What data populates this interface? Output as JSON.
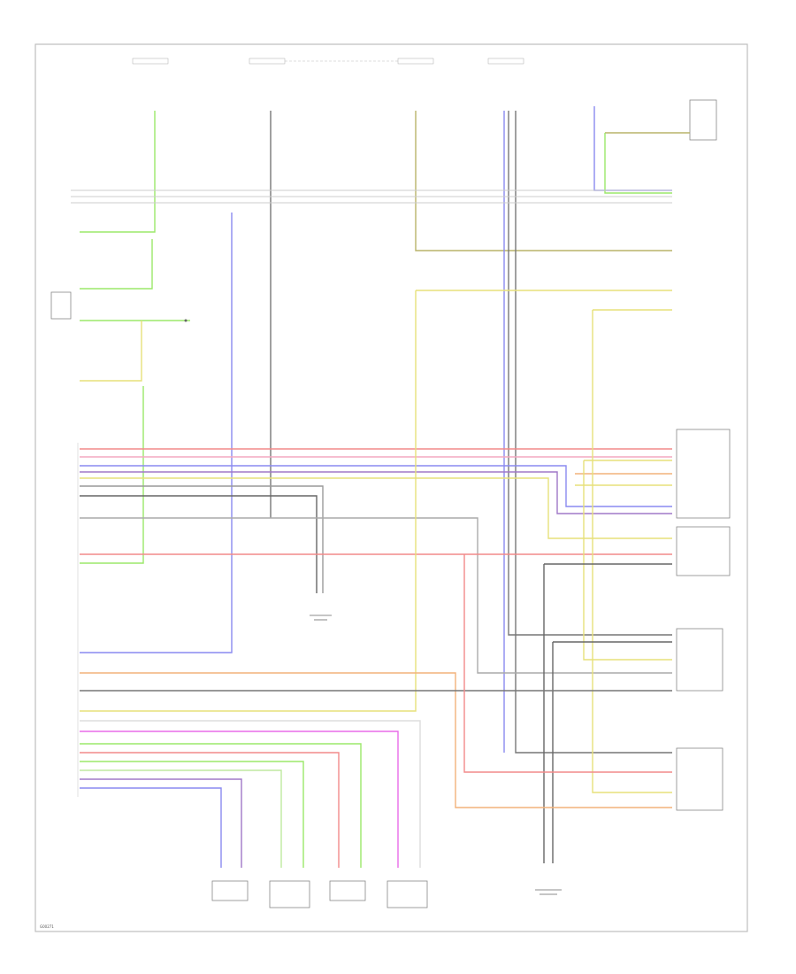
{
  "colors": {
    "green": "#9be86a",
    "lightgreen": "#bfe9a0",
    "yellow": "#e7e07a",
    "olive": "#b9b36a",
    "red": "#f28a8a",
    "pink": "#f4a8c0",
    "magenta": "#e86be8",
    "blue": "#8a8af0",
    "gray": "#9a9a9a",
    "darkgray": "#666666",
    "orange": "#f2b27a",
    "tan": "#d8c08a",
    "purple": "#a078c8"
  },
  "wire_groups": {
    "abs_connector_wires": [
      "red",
      "pink",
      "blue",
      "purple",
      "yellow",
      "gray",
      "darkgray"
    ],
    "sensor_wires": [
      "magenta",
      "red",
      "green",
      "green",
      "lightgreen",
      "purple",
      "blue"
    ]
  },
  "footer": {
    "code": "G00271"
  }
}
